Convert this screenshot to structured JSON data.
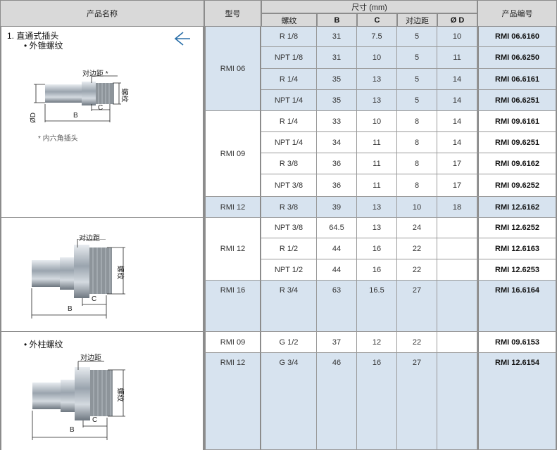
{
  "header": {
    "name": "产品名称",
    "model": "型号",
    "dims": "尺寸 (mm)",
    "thread": "螺纹",
    "b": "B",
    "c": "C",
    "hex": "对边距",
    "d": "Ø D",
    "product_no": "产品编号"
  },
  "sections": [
    {
      "title": "1. 直通式插头",
      "subtitle": "• 外锥螺纹",
      "hex_label": "对边距 *",
      "thread_label": "螺纹",
      "d_label": "ØD",
      "b_label": "B",
      "c_label": "C",
      "note": "* 内六角插头"
    },
    {
      "hex_label": "对边距",
      "thread_label": "螺纹",
      "b_label": "B",
      "c_label": "C"
    },
    {
      "subtitle": "• 外柱螺纹",
      "hex_label": "对边距",
      "thread_label": "螺纹",
      "b_label": "B",
      "c_label": "C"
    }
  ],
  "models": [
    {
      "name": "RMI 06",
      "start": 0,
      "span": 4,
      "blue": true,
      "align": "middle"
    },
    {
      "name": "RMI 09",
      "start": 4,
      "span": 4,
      "blue": false,
      "align": "middle"
    },
    {
      "name": "RMI 12",
      "start": 8,
      "span": 1,
      "blue": true,
      "align": "middle"
    },
    {
      "name": "RMI 12",
      "start": 9,
      "span": 3,
      "blue": false,
      "align": "middle"
    },
    {
      "name": "RMI 16",
      "start": 12,
      "span": 1,
      "blue": true,
      "align": "top"
    },
    {
      "name": "RMI 09",
      "start": 13,
      "span": 1,
      "blue": false,
      "align": "middle"
    },
    {
      "name": "RMI 12",
      "start": 14,
      "span": 1,
      "blue": true,
      "align": "top"
    }
  ],
  "rows": [
    {
      "thread": "R 1/8",
      "b": "31",
      "c": "7.5",
      "hex": "5",
      "d": "10",
      "product": "RMI 06.6160"
    },
    {
      "thread": "NPT 1/8",
      "b": "31",
      "c": "10",
      "hex": "5",
      "d": "11",
      "product": "RMI 06.6250"
    },
    {
      "thread": "R 1/4",
      "b": "35",
      "c": "13",
      "hex": "5",
      "d": "14",
      "product": "RMI 06.6161"
    },
    {
      "thread": "NPT 1/4",
      "b": "35",
      "c": "13",
      "hex": "5",
      "d": "14",
      "product": "RMI 06.6251"
    },
    {
      "thread": "R 1/4",
      "b": "33",
      "c": "10",
      "hex": "8",
      "d": "14",
      "product": "RMI 09.6161"
    },
    {
      "thread": "NPT 1/4",
      "b": "34",
      "c": "11",
      "hex": "8",
      "d": "14",
      "product": "RMI 09.6251"
    },
    {
      "thread": "R 3/8",
      "b": "36",
      "c": "11",
      "hex": "8",
      "d": "17",
      "product": "RMI 09.6162"
    },
    {
      "thread": "NPT 3/8",
      "b": "36",
      "c": "11",
      "hex": "8",
      "d": "17",
      "product": "RMI 09.6252"
    },
    {
      "thread": "R 3/8",
      "b": "39",
      "c": "13",
      "hex": "10",
      "d": "18",
      "product": "RMI 12.6162"
    },
    {
      "thread": "NPT 3/8",
      "b": "64.5",
      "c": "13",
      "hex": "24",
      "d": "",
      "product": "RMI 12.6252"
    },
    {
      "thread": "R 1/2",
      "b": "44",
      "c": "16",
      "hex": "22",
      "d": "",
      "product": "RMI 12.6163"
    },
    {
      "thread": "NPT 1/2",
      "b": "44",
      "c": "16",
      "hex": "22",
      "d": "",
      "product": "RMI 12.6253"
    },
    {
      "thread": "R 3/4",
      "b": "63",
      "c": "16.5",
      "hex": "27",
      "d": "",
      "product": "RMI 16.6164"
    },
    {
      "thread": "G 1/2",
      "b": "37",
      "c": "12",
      "hex": "22",
      "d": "",
      "product": "RMI 09.6153"
    },
    {
      "thread": "G 3/4",
      "b": "46",
      "c": "16",
      "hex": "27",
      "d": "",
      "product": "RMI 12.6154"
    }
  ],
  "colors": {
    "header": "#d9d9d9",
    "row_blue": "#d7e3ef",
    "arrow": "#2a6fa8"
  }
}
